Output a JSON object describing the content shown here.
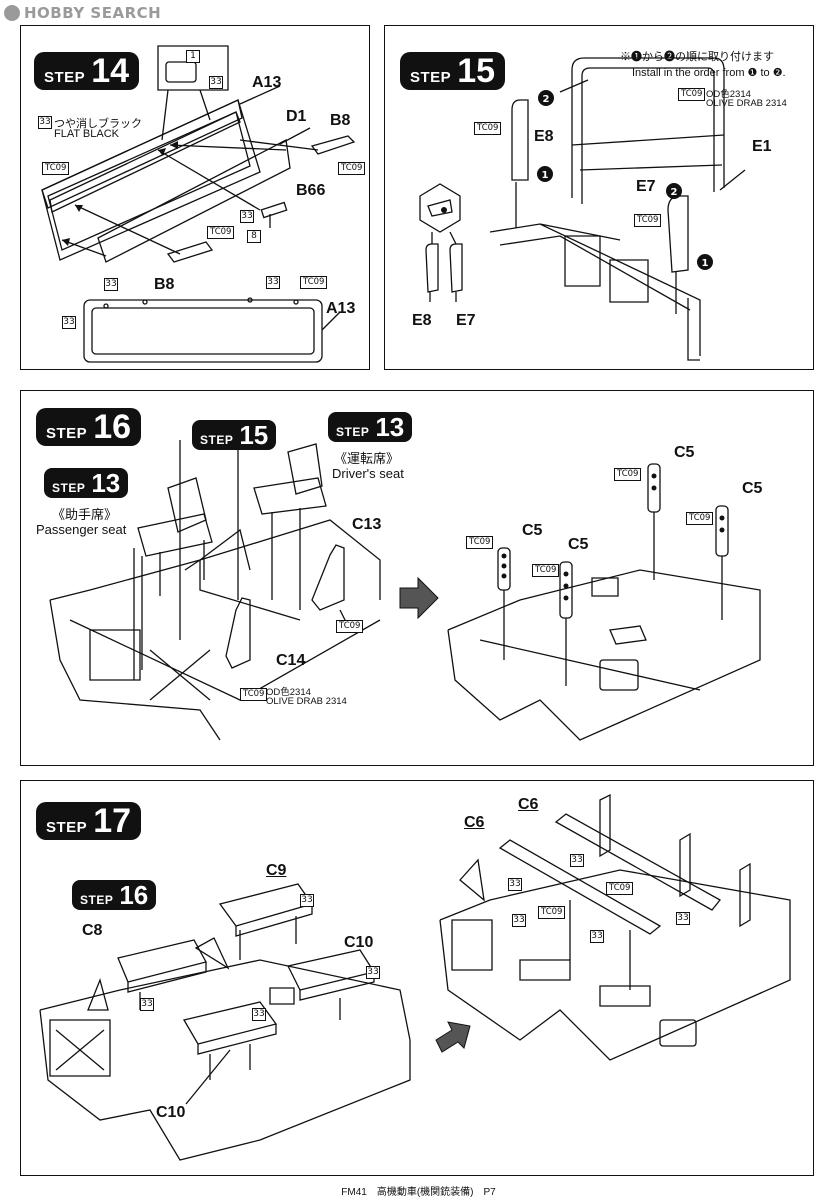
{
  "site": {
    "logo": "HOBBY SEARCH"
  },
  "footer": "FM41　高機動車(機関銃装備)　P7",
  "steps": {
    "s14": {
      "tag_word": "STEP",
      "tag_num": "14",
      "note_jp": "つや消しブラック",
      "note_en": "FLAT BLACK",
      "note_num": "33",
      "inset_num": "1",
      "inset_paint": "33",
      "parts": {
        "a13_top": "A13",
        "d1": "D1",
        "b8_right": "B8",
        "b66": "B66",
        "b8_bottom": "B8",
        "a13_bottom": "A13"
      },
      "nums": {
        "b66_paint": "33",
        "b66_part": "8",
        "bottom_left": "33",
        "bottom_mid1": "33",
        "bottom_mid2": "33"
      },
      "tc": {
        "left": "TC09",
        "right": "TC09",
        "b8": "TC09",
        "bottom": "TC09"
      }
    },
    "s15": {
      "tag_word": "STEP",
      "tag_num": "15",
      "note_jp": "※❶から❷の順に取り付けます",
      "note_en": "Install in the order from ❶ to ❷.",
      "paint_code": "OD色2314",
      "paint_name": "OLIVE DRAB 2314",
      "parts": {
        "e8": "E8",
        "e1": "E1",
        "e7": "E7",
        "e8_bottom": "E8",
        "e7_bottom": "E7"
      },
      "tc": {
        "top": "TC09",
        "e8": "TC09",
        "e7": "TC09"
      },
      "order": {
        "one": "1",
        "two": "2"
      }
    },
    "s16": {
      "tag_word": "STEP",
      "tag_num": "16",
      "ref15_word": "STEP",
      "ref15_num": "15",
      "ref13a_word": "STEP",
      "ref13a_num": "13",
      "driver_jp": "《運転席》",
      "driver_en": "Driver's seat",
      "ref13b_word": "STEP",
      "ref13b_num": "13",
      "pass_jp": "《助手席》",
      "pass_en": "Passenger seat",
      "parts": {
        "c13": "C13",
        "c14": "C14",
        "c5_a": "C5",
        "c5_b": "C5",
        "c5_c": "C5",
        "c5_d": "C5"
      },
      "paint_code": "OD色2314",
      "paint_name": "OLIVE DRAB 2314",
      "tc": {
        "c13": "TC09",
        "c14": "TC09",
        "c5_a": "TC09",
        "c5_b": "TC09",
        "c5_c": "TC09",
        "c5_d": "TC09"
      }
    },
    "s17": {
      "tag_word": "STEP",
      "tag_num": "17",
      "ref16_word": "STEP",
      "ref16_num": "16",
      "parts": {
        "c9": "C9",
        "c8": "C8",
        "c10_a": "C10",
        "c10_b": "C10",
        "c6_a": "C6",
        "c6_b": "C6"
      },
      "nums": {
        "c9": "33",
        "c8": "33",
        "c10_a": "33",
        "c10_b": "33",
        "r1": "33",
        "r2": "33",
        "r3": "33",
        "r4": "33",
        "r5": "33"
      },
      "tc": {
        "r1": "TC09",
        "r2": "TC09"
      }
    }
  }
}
